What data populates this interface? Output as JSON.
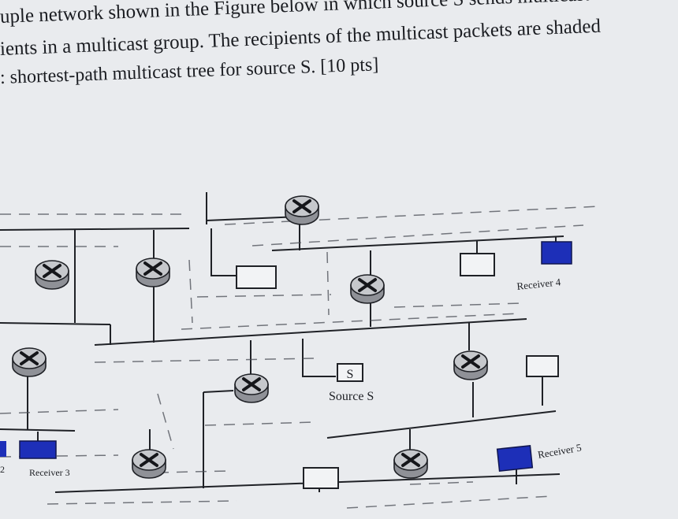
{
  "question": {
    "line1": "uple network shown in the Figure below in which source S sends multicast",
    "line2": "ients in a multicast group. The recipients of the multicast packets are shaded",
    "line3": ": shortest-path multicast tree for source S. [10 pts]"
  },
  "diagram": {
    "router_symbol": "X",
    "source_box_label": "S",
    "source_caption": "Source S",
    "receivers": {
      "r3": "Receiver 3",
      "r4": "Receiver 4",
      "r5": "Receiver 5"
    },
    "left_edge_digit": "2"
  },
  "colors": {
    "receiver_fill": "#1d2fb8",
    "line": "#1f2126",
    "router_body": "#9a9ca2",
    "router_top": "#c9cbcf"
  }
}
